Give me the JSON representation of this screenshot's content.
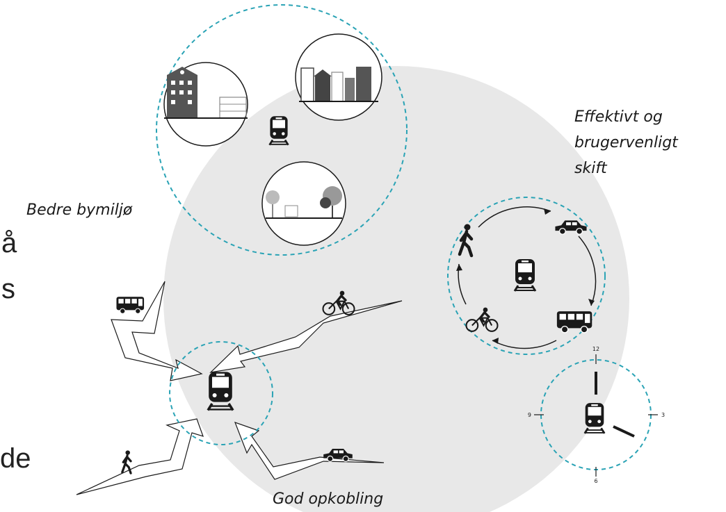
{
  "labels": {
    "better_city": "Bedre bymiljø",
    "efficient_transfer": "Effektivt og\nbrugervenligt\nskift",
    "good_connection": "God opkobling"
  },
  "edge_fragments": [
    "å",
    "s",
    "de"
  ],
  "clock": {
    "n12": "12",
    "n3": "3",
    "n6": "6",
    "n9": "9"
  },
  "icons": [
    "train-icon",
    "bus-icon",
    "car-icon",
    "bicycle-icon",
    "pedestrian-icon",
    "building-icon",
    "tree-icon"
  ],
  "colors": {
    "dashed_circle": "#2aa3b5",
    "big_circle": "#e8e8e8",
    "icon": "#1a1a1a"
  }
}
